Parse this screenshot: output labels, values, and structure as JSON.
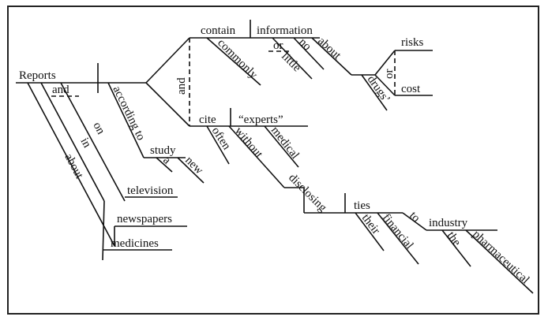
{
  "diagram": {
    "words": {
      "subject": "Reports",
      "and_subject": "and",
      "prep_on": "on",
      "prep_in": "in",
      "prep_about": "about",
      "obj_television": "television",
      "obj_newspapers": "newspapers",
      "obj_medicines": "medicines",
      "according_to": "according to",
      "study": "study",
      "a": "a",
      "new": "new",
      "and_verbs": "and",
      "contain": "contain",
      "information": "information",
      "commonly": "commonly",
      "or_little": "or",
      "no": "no",
      "little": "little",
      "about": "about",
      "drugs": "drugs’",
      "or_risks": "or",
      "risks": "risks",
      "cost": "cost",
      "cite": "cite",
      "experts": "“experts”",
      "often": "often",
      "medical": "medical",
      "without": "without",
      "disclosing": "disclosing",
      "ties": "ties",
      "their": "their",
      "financial": "financial",
      "to": "to",
      "industry": "industry",
      "the": "the",
      "pharmaceutical": "pharmaceutical"
    }
  }
}
